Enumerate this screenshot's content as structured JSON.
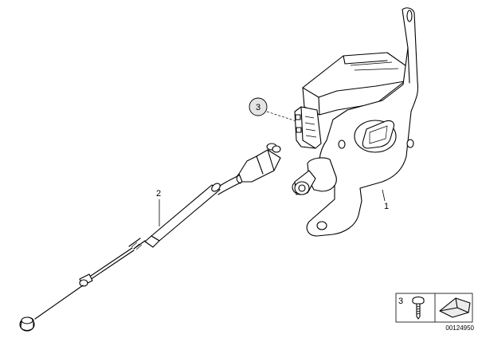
{
  "callouts": {
    "part_1": "1",
    "part_2": "2",
    "part_3": "3"
  },
  "legend": {
    "item_number": "3"
  },
  "diagram_id": "00124950"
}
